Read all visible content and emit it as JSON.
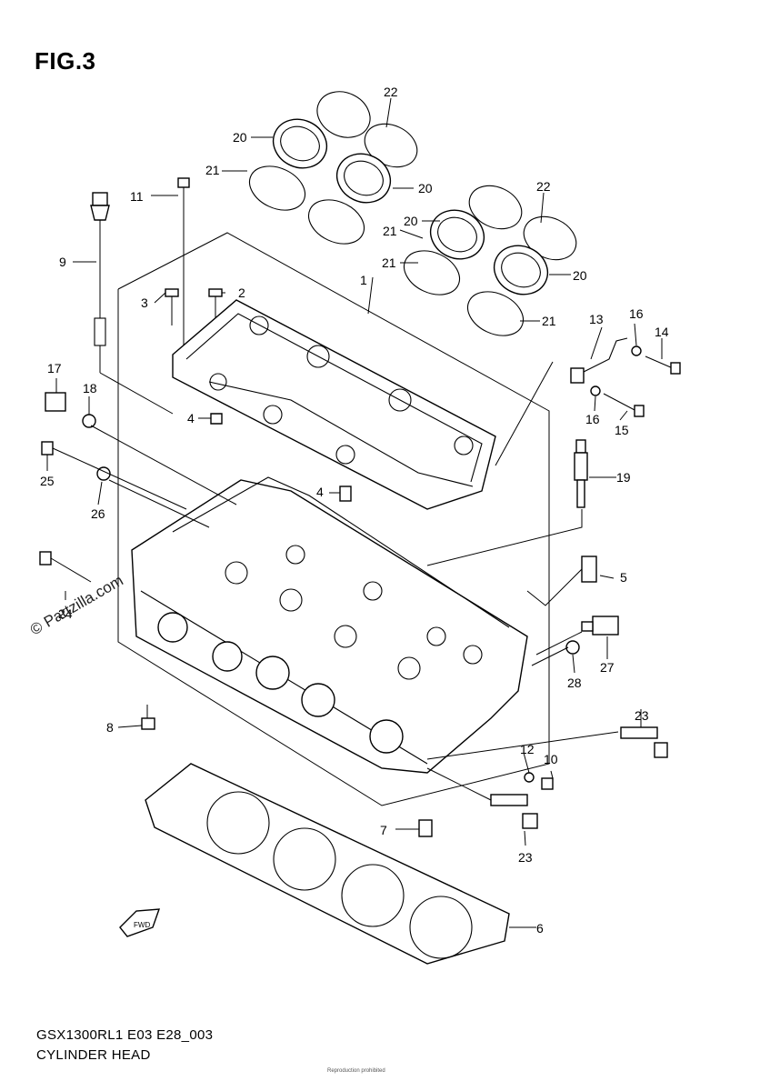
{
  "figure": {
    "title": "FIG.3",
    "watermark": "© Partzilla.com",
    "model_code": "GSX1300RL1 E03 E28_003",
    "caption": "CYLINDER HEAD",
    "copyright_line": "Reproduction prohibited",
    "fwd_label": "FWD"
  },
  "callouts": [
    {
      "id": "c1",
      "label": "1"
    },
    {
      "id": "c2",
      "label": "2"
    },
    {
      "id": "c3",
      "label": "3"
    },
    {
      "id": "c4a",
      "label": "4"
    },
    {
      "id": "c4b",
      "label": "4"
    },
    {
      "id": "c5",
      "label": "5"
    },
    {
      "id": "c6",
      "label": "6"
    },
    {
      "id": "c7",
      "label": "7"
    },
    {
      "id": "c8",
      "label": "8"
    },
    {
      "id": "c9",
      "label": "9"
    },
    {
      "id": "c10",
      "label": "10"
    },
    {
      "id": "c11",
      "label": "11"
    },
    {
      "id": "c12",
      "label": "12"
    },
    {
      "id": "c13",
      "label": "13"
    },
    {
      "id": "c14",
      "label": "14"
    },
    {
      "id": "c15",
      "label": "15"
    },
    {
      "id": "c16a",
      "label": "16"
    },
    {
      "id": "c16b",
      "label": "16"
    },
    {
      "id": "c17",
      "label": "17"
    },
    {
      "id": "c18",
      "label": "18"
    },
    {
      "id": "c19",
      "label": "19"
    },
    {
      "id": "c20a",
      "label": "20"
    },
    {
      "id": "c20b",
      "label": "20"
    },
    {
      "id": "c20c",
      "label": "20"
    },
    {
      "id": "c20d",
      "label": "20"
    },
    {
      "id": "c21a",
      "label": "21"
    },
    {
      "id": "c21b",
      "label": "21"
    },
    {
      "id": "c21c",
      "label": "21"
    },
    {
      "id": "c21d",
      "label": "21"
    },
    {
      "id": "c22a",
      "label": "22"
    },
    {
      "id": "c22b",
      "label": "22"
    },
    {
      "id": "c23a",
      "label": "23"
    },
    {
      "id": "c23b",
      "label": "23"
    },
    {
      "id": "c24",
      "label": "24"
    },
    {
      "id": "c25",
      "label": "25"
    },
    {
      "id": "c26",
      "label": "26"
    },
    {
      "id": "c27",
      "label": "27"
    },
    {
      "id": "c28",
      "label": "28"
    }
  ]
}
